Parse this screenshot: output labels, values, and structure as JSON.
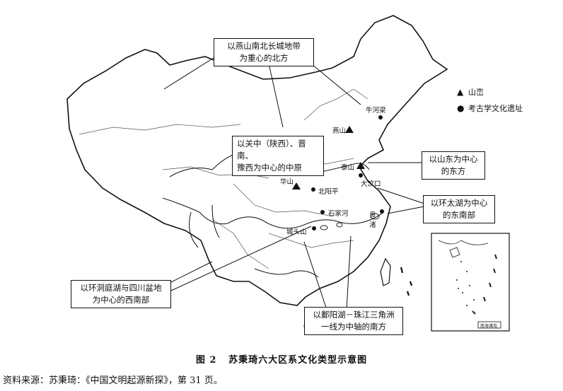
{
  "legend": {
    "items": [
      {
        "symbol": "▲",
        "label": "山峦"
      },
      {
        "symbol": "●",
        "label": "考古学文化遗址"
      }
    ]
  },
  "regions": {
    "north": [
      "以燕山南北长城地带",
      "为重心的北方"
    ],
    "central": [
      "以关中（陕西）、晋南、",
      "豫西为中心的中原"
    ],
    "east": [
      "以山东为中心",
      "的东方"
    ],
    "southeast": [
      "以环太湖为中心",
      "的东南部"
    ],
    "southwest": [
      "以环洞庭湖与四川盆地",
      "为中心的西南部"
    ],
    "south": [
      "以鄱阳湖－珠江三角洲",
      "一线为中轴的南方"
    ]
  },
  "mountains": [
    "燕山",
    "泰山",
    "华山"
  ],
  "sites": {
    "niuheliang": "牛河梁",
    "dawenkou": "大汶口",
    "beiyangping": "北阳平",
    "shijiahe": "石家河",
    "chengtoushan": "城头山",
    "liangzhu_1": "良",
    "liangzhu_2": "渚"
  },
  "inset": {
    "label": "南海诸岛"
  },
  "caption": {
    "figure_number": "图 2",
    "title": "苏秉琦六大区系文化类型示意图"
  },
  "source": "资料来源：苏秉琦：《中国文明起源新探》，第 31 页。"
}
